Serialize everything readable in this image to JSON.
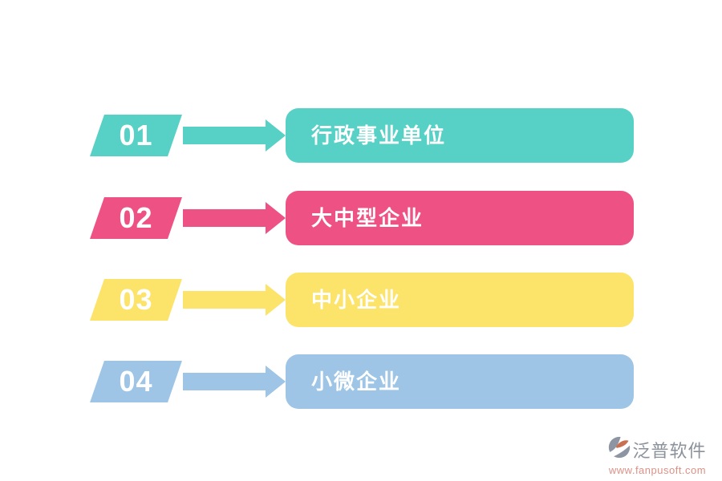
{
  "page": {
    "background": "#ffffff",
    "description": "four-step company-type infographic"
  },
  "rows": [
    {
      "number": "01",
      "label": "行政事业单位",
      "color": "#57d1c6"
    },
    {
      "number": "02",
      "label": "大中型企业",
      "color": "#ee5284"
    },
    {
      "number": "03",
      "label": "中小企业",
      "color": "#fce46a"
    },
    {
      "number": "04",
      "label": "小微企业",
      "color": "#9ec5e6"
    }
  ],
  "watermark": {
    "brand": "泛普软件",
    "url": "www.fanpusoft.com",
    "brand_color": "#8b929c",
    "url_color": "#dd9186",
    "logo_gray": "#8d95a3",
    "logo_accent": "#c96f52"
  }
}
